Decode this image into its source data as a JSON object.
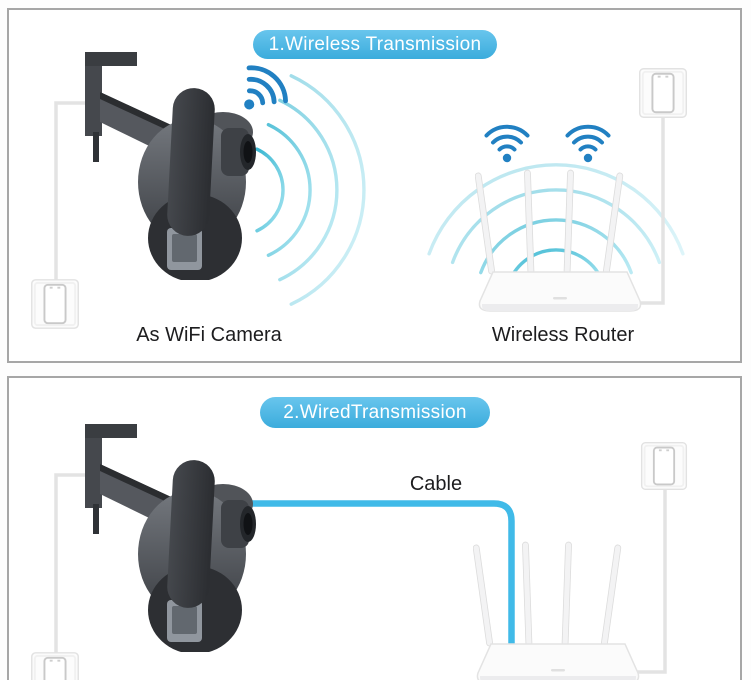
{
  "panels": [
    {
      "id": "wireless",
      "badge": "1.Wireless Transmission",
      "left_label": "As WiFi Camera",
      "right_label": "Wireless Router"
    },
    {
      "id": "wired",
      "badge": "2.WiredTransmission",
      "cable_label": "Cable"
    }
  ],
  "icons": {
    "camera_signal": "wifi-waves-icon",
    "router_signal": "wifi-waves-icon"
  },
  "colors": {
    "badge_bg": "#3eb5e8",
    "badge_text": "#ffffff",
    "label_text": "#1d1d1f",
    "wifi_icon_blue": "#2180c2",
    "signal_arc_teal": "#44bfd4",
    "cable_blue": "#40bae8",
    "panel_border": "#a6a6a6",
    "wire_gray": "#e3e3e3",
    "camera_body_gray": "#4a4e54",
    "router_white": "#fafafa"
  }
}
